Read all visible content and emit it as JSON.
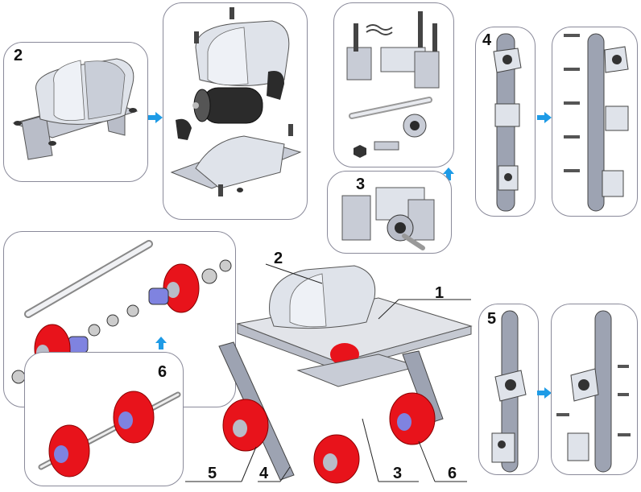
{
  "labels": {
    "panel_motor_housing": "2",
    "panel_motor_exploded": "",
    "panel_bearing_block_exploded": "",
    "panel_bearing_block": "3",
    "panel_arm_4": "4",
    "panel_arm_4_exploded": "",
    "panel_wheel_exploded": "",
    "panel_wheel_axle": "6",
    "panel_arm_5": "5",
    "panel_arm_5_exploded": "",
    "callout_1": "1",
    "callout_2": "2",
    "callout_3": "3",
    "callout_4": "4",
    "callout_5": "5",
    "callout_6": "6"
  },
  "colors": {
    "arrow": "#1e9be6",
    "wheel_red": "#e8131b",
    "metal_light": "#d9dce3",
    "metal_dark": "#8d93a3",
    "panel_border": "#8a8a9a",
    "motor_black": "#2b2b2b",
    "spacer_blue": "#7f83e0"
  }
}
